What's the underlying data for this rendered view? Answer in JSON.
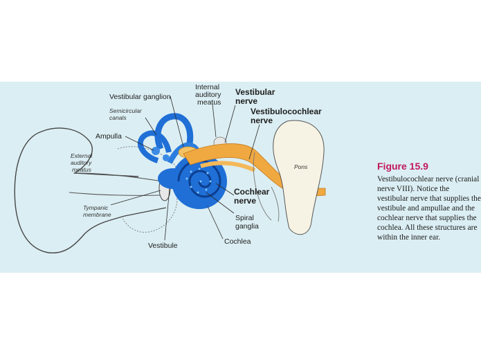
{
  "labels": {
    "vestibular_ganglion": "Vestibular ganglion",
    "internal_auditory_1": "Internal",
    "internal_auditory_2": "auditory",
    "internal_auditory_3": "meatus",
    "vestibular_nerve_1": "Vestibular",
    "vestibular_nerve_2": "nerve",
    "vestibulocochlear_1": "Vestibulocochlear",
    "vestibulocochlear_2": "nerve",
    "semicircular_1": "Semicircular",
    "semicircular_2": "canals",
    "ampulla": "Ampulla",
    "external_auditory_1": "External",
    "external_auditory_2": "auditory",
    "external_auditory_3": "meatus",
    "pons": "Pons",
    "cochlear_nerve_1": "Cochlear",
    "cochlear_nerve_2": "nerve",
    "tympanic_1": "Tympanic",
    "tympanic_2": "membrane",
    "spiral_ganglia_1": "Spiral",
    "spiral_ganglia_2": "ganglia",
    "vestibule": "Vestibule",
    "cochlea": "Cochlea"
  },
  "caption": {
    "title": "Figure 15.9",
    "body": "Vestibulocochlear nerve (cranial nerve VIII). Notice the vestibular nerve that supplies the vestibule and ampullae and the cochlear nerve that supplies the cochlea. All these structures are within the inner ear."
  },
  "colors": {
    "panel_bg": "#dbeef3",
    "inner_ear_blue": "#1f6fd6",
    "nerve_orange": "#f0a840",
    "title_accent": "#c2185b"
  }
}
